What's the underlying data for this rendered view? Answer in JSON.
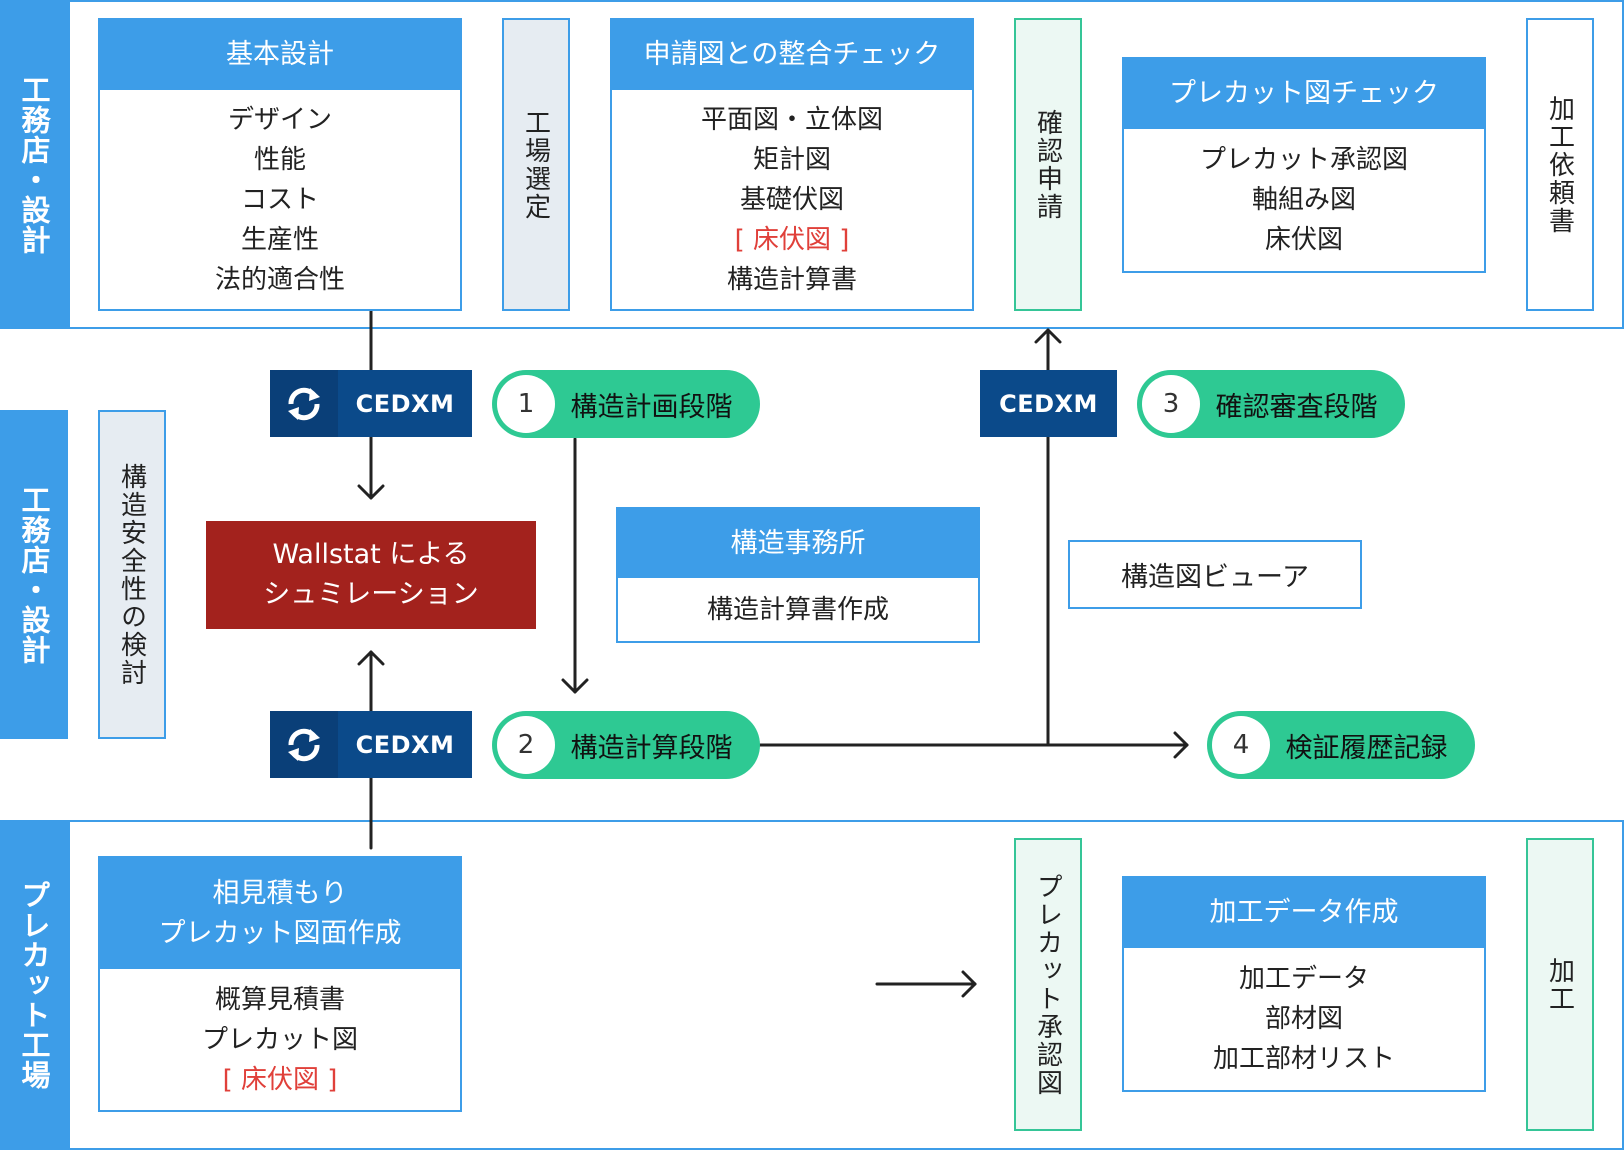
{
  "lanes": {
    "top": "工務店・設計",
    "middle": "工務店・設計",
    "bottom": "プレカット工場"
  },
  "top": {
    "basic_design": {
      "title": "基本設計",
      "items": [
        "デザイン",
        "性能",
        "コスト",
        "生産性",
        "法的適合性"
      ]
    },
    "factory_select": "工場選定",
    "consistency": {
      "title": "申請図との整合チェック",
      "items": [
        "平面図・立体図",
        "矩計図",
        "基礎伏図"
      ],
      "highlight": "[ 床伏図 ]",
      "last": "構造計算書"
    },
    "confirm_apply": "確認申請",
    "precut_check": {
      "title": "プレカット図チェック",
      "items": [
        "プレカット承認図",
        "軸組み図",
        "床伏図"
      ]
    },
    "processing_request": "加工依頼書"
  },
  "middle": {
    "safety_review": "構造安全性の検討",
    "simulation": [
      "Wallstat による",
      "シュミレーション"
    ],
    "cedxm_label": "CEDXM",
    "stages": [
      {
        "num": "1",
        "label": "構造計画段階"
      },
      {
        "num": "2",
        "label": "構造計算段階"
      },
      {
        "num": "3",
        "label": "確認審査段階"
      },
      {
        "num": "4",
        "label": "検証履歴記録"
      }
    ],
    "structure_office": {
      "title": "構造事務所",
      "item": "構造計算書作成"
    },
    "viewer": "構造図ビューア"
  },
  "bottom": {
    "estimate": {
      "title": [
        "相見積もり",
        "プレカット図面作成"
      ],
      "items": [
        "概算見積書",
        "プレカット図"
      ],
      "highlight": "[ 床伏図 ]"
    },
    "precut_approval": "プレカット承認図",
    "processing_data": {
      "title": "加工データ作成",
      "items": [
        "加工データ",
        "部材図",
        "加工部材リスト"
      ]
    },
    "processing": "加工"
  },
  "colors": {
    "blue": "#3d9de8",
    "navy": "#0b4a8a",
    "green": "#2ec993",
    "red": "#a3221d",
    "highlight": "#e0403a"
  }
}
